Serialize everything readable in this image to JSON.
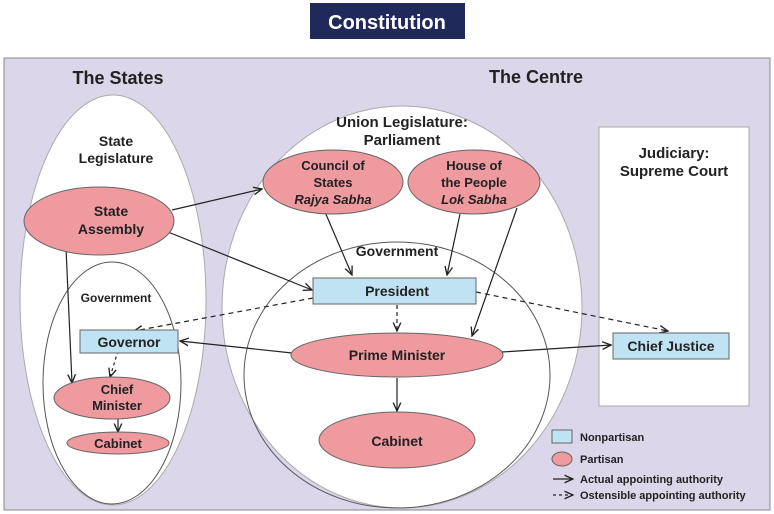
{
  "title": "Constitution",
  "regions": {
    "states": "The States",
    "centre": "The Centre"
  },
  "state_legislature": {
    "line1": "State",
    "line2": "Legislature"
  },
  "state_assembly": {
    "line1": "State",
    "line2": "Assembly"
  },
  "state_government": "Government",
  "governor": "Governor",
  "chief_minister": {
    "line1": "Chief",
    "line2": "Minister"
  },
  "state_cabinet": "Cabinet",
  "union_legislature": {
    "line1": "Union Legislature:",
    "line2": "Parliament"
  },
  "council_of_states": {
    "line1": "Council of",
    "line2": "States",
    "line3": "Rajya Sabha"
  },
  "house_of_people": {
    "line1": "House of",
    "line2": "the People",
    "line3": "Lok Sabha"
  },
  "centre_government": "Government",
  "president": "President",
  "prime_minister": "Prime Minister",
  "centre_cabinet": "Cabinet",
  "judiciary": {
    "line1": "Judiciary:",
    "line2": "Supreme Court"
  },
  "chief_justice": "Chief Justice",
  "legend": {
    "nonpartisan": "Nonpartisan",
    "partisan": "Partisan",
    "actual": "Actual appointing authority",
    "ostensible": "Ostensible appointing authority"
  },
  "colors": {
    "title_bg": "#1f2a5a",
    "panel_bg": "#dcd6ea",
    "partisan": "#ee9a9f",
    "nonpartisan": "#bfe3f3",
    "line": "#222222"
  }
}
